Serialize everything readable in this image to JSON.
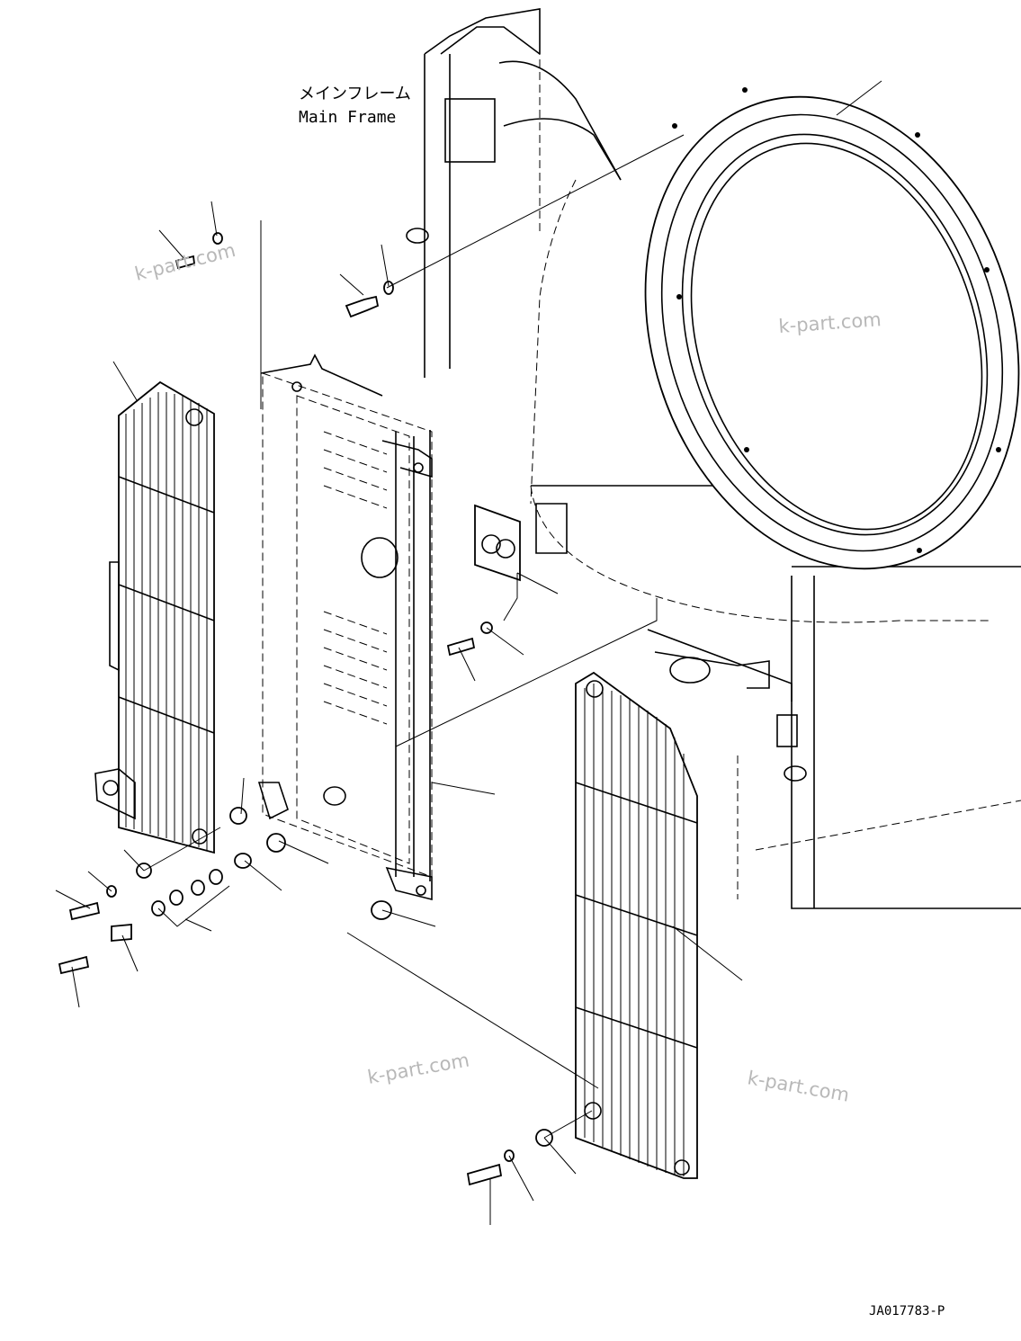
{
  "labels": {
    "main_frame_jp": "メインフレーム",
    "main_frame_en": "Main Frame",
    "drawing_code": "JA017783-P"
  },
  "watermarks": [
    "k-part.com",
    "k-part.com",
    "k-part.com",
    "k-part.com"
  ],
  "colors": {
    "line": "#000000",
    "watermark": "#b8b8b8",
    "background": "#ffffff"
  }
}
